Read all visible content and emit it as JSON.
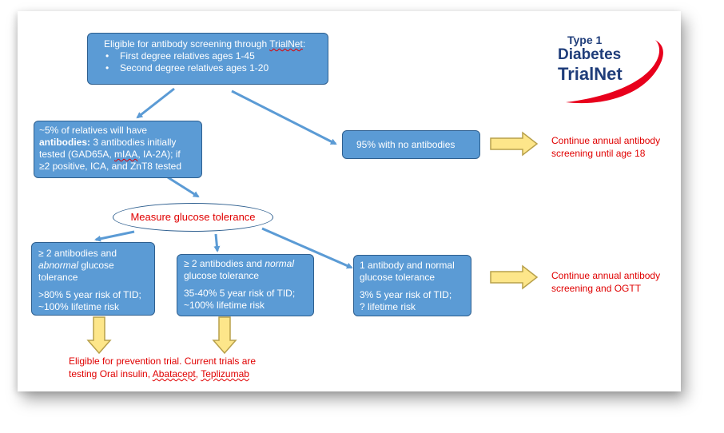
{
  "top_box": {
    "title_a": "Eligible for antibody screening through ",
    "title_b": "TrialNet",
    "title_c": ":",
    "bullets": [
      "First degree relatives ages 1-45",
      "Second degree relatives ages 1-20"
    ]
  },
  "left_box": {
    "line1": "~5% of relatives will have",
    "line2_bold": "antibodies:",
    "line2_rest": " 3 antibodies initially",
    "line3_a": "tested (GAD65A, ",
    "line3_b": "mIAA",
    "line3_c": ", IA-2A); if",
    "line4": "≥2 positive, ICA, and ZnT8 tested"
  },
  "no_antibody_box": {
    "text": "95% with no antibodies"
  },
  "annual_screening_1": {
    "line1": "Continue annual antibody",
    "line2": "screening until age 18"
  },
  "glucose_oval": {
    "text": "Measure glucose tolerance"
  },
  "abnormal_box": {
    "line1": "≥ 2 antibodies  and",
    "line2_italic": "abnormal",
    "line2_rest": " glucose",
    "line3": "tolerance",
    "risk1": ">80% 5 year risk of TID;",
    "risk2": "~100% lifetime risk"
  },
  "normal_box": {
    "line1_a": "≥ 2 antibodies and ",
    "line1_italic": "normal",
    "line2": "glucose tolerance",
    "risk1": "35-40% 5 year risk of TID;",
    "risk2": "~100% lifetime risk"
  },
  "one_antibody_box": {
    "line1": "1 antibody and normal",
    "line2": "glucose tolerance",
    "risk1": "3% 5 year risk of TID;",
    "risk2": "? lifetime risk"
  },
  "annual_screening_2": {
    "line1": "Continue annual antibody",
    "line2": "screening and OGTT"
  },
  "prevention": {
    "line1": "Eligible for prevention trial.  Current trials are",
    "line2_a": "testing Oral insulin, ",
    "line2_b": "Abatacept",
    "line2_c": ", ",
    "line2_d": "Teplizumab"
  },
  "logo": {
    "line1": "Type 1",
    "line2": "Diabetes",
    "line3": "TrialNet"
  },
  "colors": {
    "box_fill": "#5b9bd5",
    "box_border": "#2e5f8f",
    "red_text": "#e00000",
    "block_arrow": "#fde68a"
  }
}
